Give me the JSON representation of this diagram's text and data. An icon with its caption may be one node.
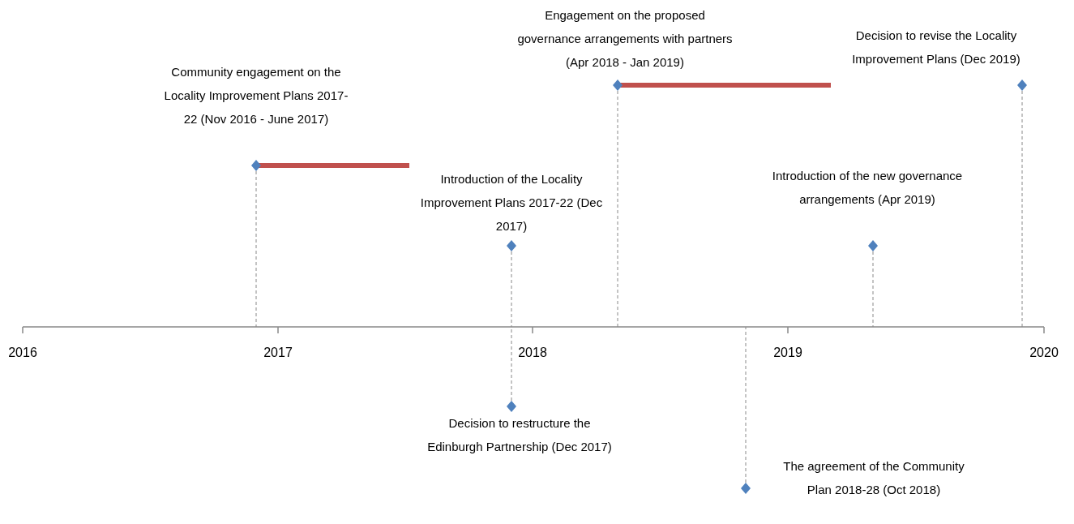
{
  "diagram": {
    "nodes": [
      {
        "text": [
          "Community engagement on the Locality Improvement Plans 2017-22 (Nov 2016 - June 2017)"
        ]
      },
      {
        "text": [
          "Introduction of the Locality Improvement Plans 2017-22 (Dec 2017)"
        ]
      },
      {
        "text": [
          "Engagement on the proposed governance arrangements with partners (Apr 2018 - Jan 2019)"
        ]
      },
      {
        "text": [
          "Decision to revise the Locality Improvement Plans (Dec 2019)"
        ]
      },
      {
        "text": [
          "Introduction of the new governance arrangements (Apr 2019)"
        ]
      },
      {
        "text": [
          "Decision to restructure the Edinburgh Partnership (Dec 2017)"
        ]
      },
      {
        "text": [
          "The agreement of the Community Plan 2018-28 (Oct 2018)"
        ]
      },
      {
        "text": [],
        "shape": "bar"
      }
    ],
    "edges": [
      {
        "from": 0,
        "to": 7,
        "arrow": "none",
        "style": "dashed"
      },
      {
        "from": 1,
        "to": 7,
        "arrow": "none",
        "style": "dashed"
      },
      {
        "from": 2,
        "to": 7,
        "arrow": "none",
        "style": "dashed"
      },
      {
        "from": 3,
        "to": 7,
        "arrow": "none",
        "style": "dashed"
      },
      {
        "from": 4,
        "to": 7,
        "arrow": "none",
        "style": "dashed"
      },
      {
        "from": 5,
        "to": 7,
        "arrow": "none",
        "style": "dashed"
      },
      {
        "from": 6,
        "to": 7,
        "arrow": "none",
        "style": "dashed"
      }
    ],
    "labels": [
      "2016",
      "2017",
      "2018",
      "2019",
      "2020"
    ]
  }
}
